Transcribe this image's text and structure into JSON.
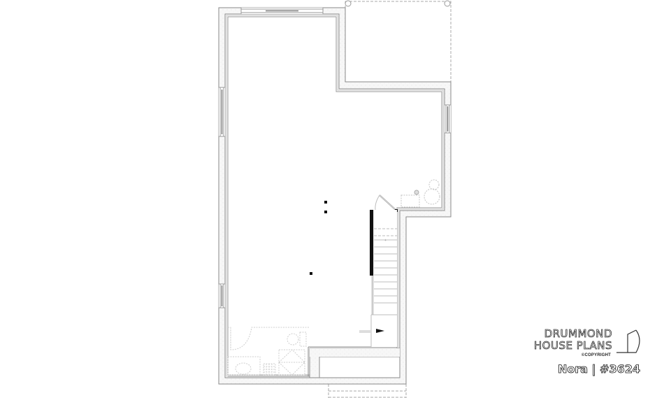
{
  "drawing": {
    "type": "basement floor plan",
    "wall_color": "#8a8a8a",
    "fill_color": "#f4f4f4",
    "accent_color": "#111111"
  },
  "branding": {
    "line1": "DRUMMOND",
    "line2": "HOUSE PLANS",
    "copyright": "©COPYRIGHT",
    "plan_name": "Nora | #3624",
    "logo_icon": "drummond-d-logo-icon"
  },
  "elements": {
    "stair_arrow_icon": "arrow-right-icon",
    "posts_count": 3,
    "windows_count": 4
  }
}
